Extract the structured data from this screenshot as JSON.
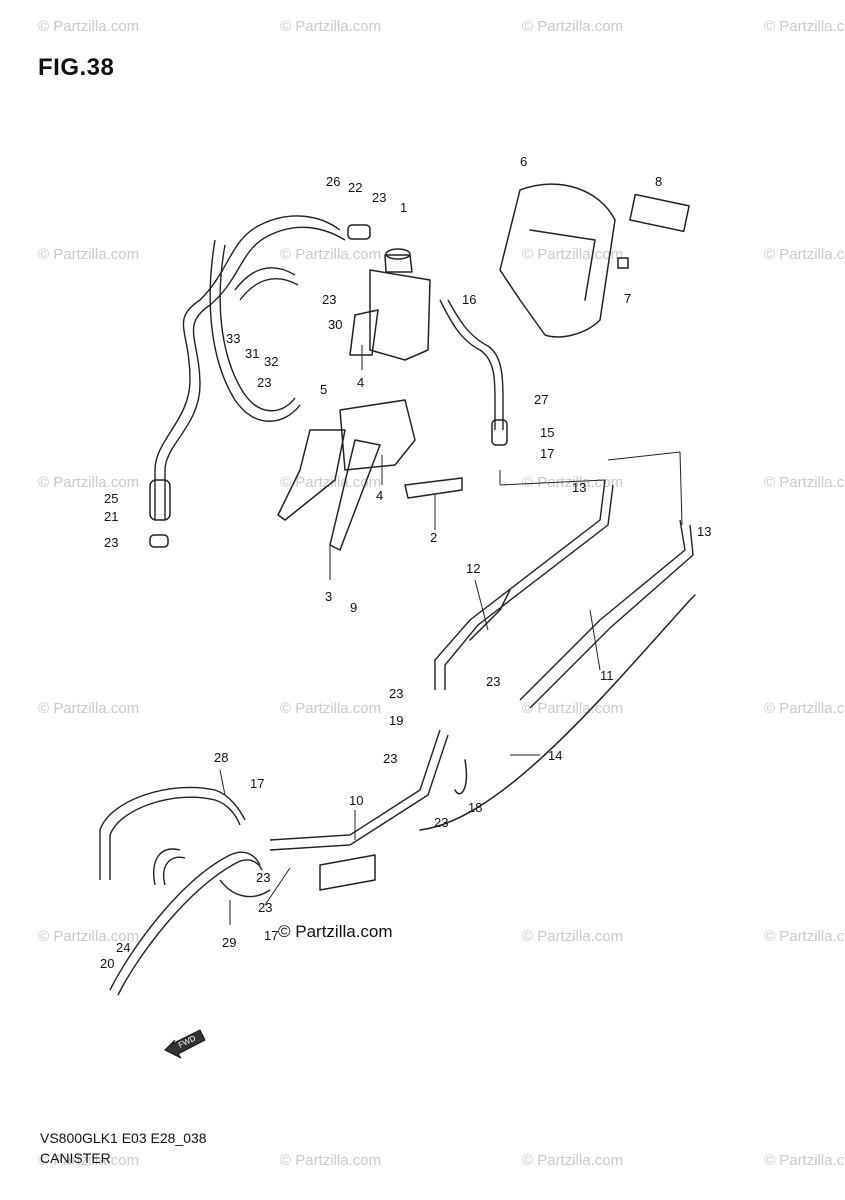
{
  "figure_title": "FIG.38",
  "watermark_text": "© Partzilla.com",
  "credit_text": "© Partzilla.com",
  "footer": {
    "model_code": "VS800GLK1 E03 E28_038",
    "section_name": "CANISTER"
  },
  "callouts": [
    "26",
    "22",
    "23",
    "1",
    "6",
    "8",
    "23",
    "16",
    "7",
    "33",
    "31",
    "32",
    "30",
    "23",
    "5",
    "27",
    "15",
    "17",
    "13",
    "13",
    "25",
    "21",
    "4",
    "4",
    "2",
    "23",
    "3",
    "9",
    "12",
    "11",
    "23",
    "23",
    "19",
    "23",
    "14",
    "23",
    "18",
    "28",
    "17",
    "10",
    "23",
    "23",
    "29",
    "17",
    "24",
    "20"
  ],
  "fwd_label": "FWD",
  "colors": {
    "line": "#222222",
    "watermark": "#c9c9c9"
  }
}
